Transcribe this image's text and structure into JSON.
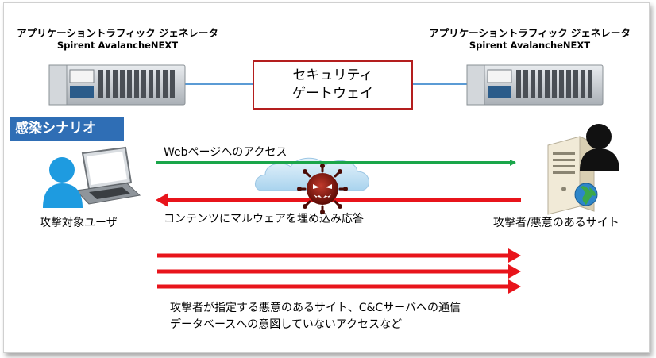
{
  "left_appliance": {
    "title": "アプリケーショントラフィック ジェネレータ",
    "subtitle": "Spirent AvalancheNEXT"
  },
  "right_appliance": {
    "title": "アプリケーショントラフィック ジェネレータ",
    "subtitle": "Spirent AvalancheNEXT"
  },
  "gateway": {
    "line1": "セキュリティ",
    "line2": "ゲートウェイ"
  },
  "scenario_label": "感染シナリオ",
  "target_user_label": "攻撃対象ユーザ",
  "malicious_site_label": "攻撃者/悪意のあるサイト",
  "web_access_label": "Webページへのアクセス",
  "malware_response_label": "コンテンツにマルウェアを埋め込み応答",
  "bottom_text": {
    "line1": "攻撃者が指定する悪意のあるサイト、C&Cサーバへの通信",
    "line2": "データベースへの意図していないアクセスなど"
  },
  "colors": {
    "green_arrow": "#1aa64a",
    "red_arrow": "#e8141b",
    "gateway_border": "#b41e1e",
    "scenario_bg": "#2f6eb5",
    "link_line": "#5b9bd5"
  }
}
